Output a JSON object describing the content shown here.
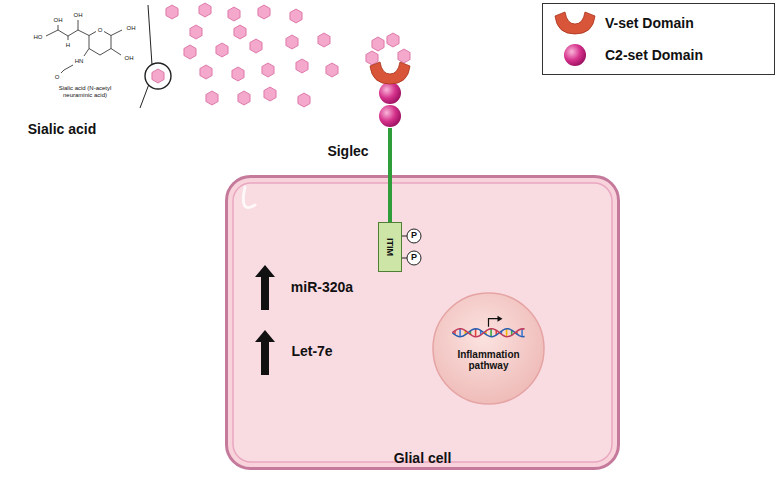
{
  "diagram": {
    "nodes": [
      {
        "text": [
          "Glial cell"
        ]
      },
      {
        "text": [
          "Inflammation pathway"
        ],
        "in": 0
      },
      {
        "text": [
          "ITIM"
        ],
        "in": 0
      }
    ],
    "labels": [
      "Sialic acid (N-acetyl neuraminic acid)",
      "Sialic acid",
      "Siglec",
      "P",
      "P",
      "miR-320a",
      "Let-7e",
      "HO",
      "OH",
      "OH",
      "H",
      "HN",
      "O",
      "O",
      "OH",
      "OH"
    ],
    "legend": [
      {
        "text": "V-set Domain"
      },
      {
        "text": "C2-set Domain"
      }
    ]
  }
}
